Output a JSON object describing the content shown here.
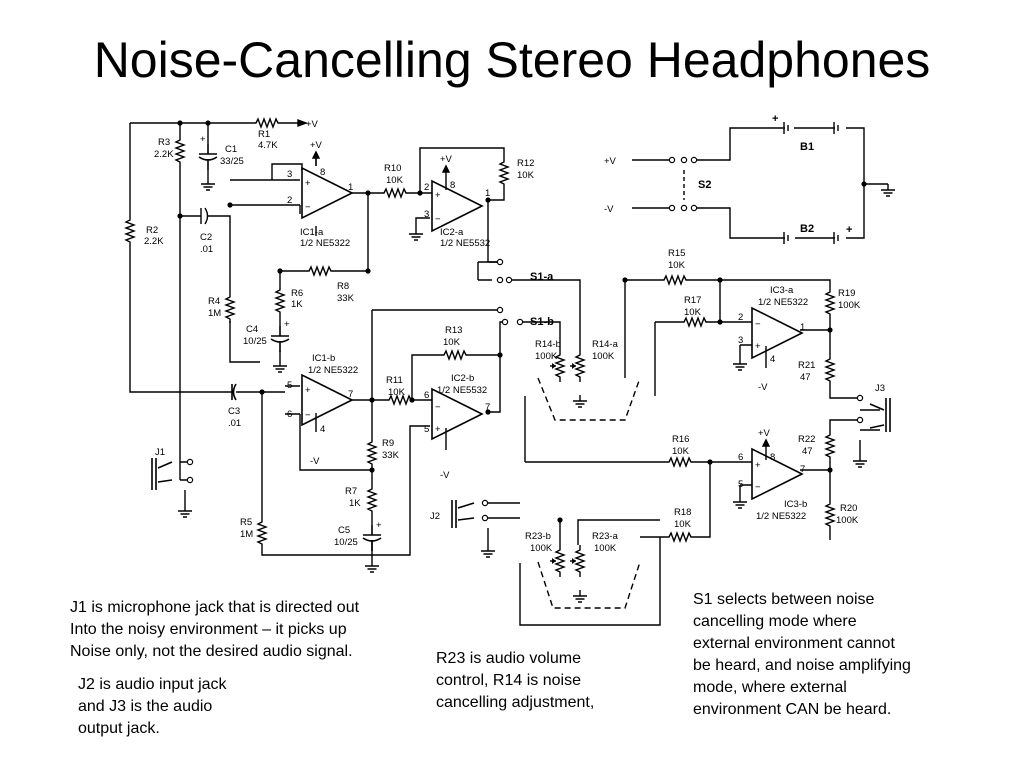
{
  "title": "Noise-Cancelling Stereo Headphones",
  "schematic": {
    "components": {
      "R1": {
        "name": "R1",
        "value": "4.7K"
      },
      "R2": {
        "name": "R2",
        "value": "2.2K"
      },
      "R3": {
        "name": "R3",
        "value": "2.2K"
      },
      "R4": {
        "name": "R4",
        "value": "1M"
      },
      "R5": {
        "name": "R5",
        "value": "1M"
      },
      "R6": {
        "name": "R6",
        "value": "1K"
      },
      "R7": {
        "name": "R7",
        "value": "1K"
      },
      "R8": {
        "name": "R8",
        "value": "33K"
      },
      "R9": {
        "name": "R9",
        "value": "33K"
      },
      "R10": {
        "name": "R10",
        "value": "10K"
      },
      "R11": {
        "name": "R11",
        "value": "10K"
      },
      "R12": {
        "name": "R12",
        "value": "10K"
      },
      "R13": {
        "name": "R13",
        "value": "10K"
      },
      "R14a": {
        "name": "R14-a",
        "value": "100K"
      },
      "R14b": {
        "name": "R14-b",
        "value": "100K"
      },
      "R15": {
        "name": "R15",
        "value": "10K"
      },
      "R16": {
        "name": "R16",
        "value": "10K"
      },
      "R17": {
        "name": "R17",
        "value": "10K"
      },
      "R18": {
        "name": "R18",
        "value": "10K"
      },
      "R19": {
        "name": "R19",
        "value": "100K"
      },
      "R20": {
        "name": "R20",
        "value": "100K"
      },
      "R21": {
        "name": "R21",
        "value": "47"
      },
      "R22": {
        "name": "R22",
        "value": "47"
      },
      "R23a": {
        "name": "R23-a",
        "value": "100K"
      },
      "R23b": {
        "name": "R23-b",
        "value": "100K"
      },
      "C1": {
        "name": "C1",
        "value": "33/25"
      },
      "C2": {
        "name": "C2",
        "value": ".01"
      },
      "C3": {
        "name": "C3",
        "value": ".01"
      },
      "C4": {
        "name": "C4",
        "value": "10/25"
      },
      "C5": {
        "name": "C5",
        "value": "10/25"
      },
      "IC1a": {
        "name": "IC1-a",
        "part": "1/2 NE5322"
      },
      "IC1b": {
        "name": "IC1-b",
        "part": "1/2 NE5322"
      },
      "IC2a": {
        "name": "IC2-a",
        "part": "1/2 NE5532"
      },
      "IC2b": {
        "name": "IC2-b",
        "part": "1/2 NE5532"
      },
      "IC3a": {
        "name": "IC3-a",
        "part": "1/2 NE5322"
      },
      "IC3b": {
        "name": "IC3-b",
        "part": "1/2 NE5322"
      },
      "J1": {
        "name": "J1"
      },
      "J2": {
        "name": "J2"
      },
      "J3": {
        "name": "J3"
      },
      "S1a": {
        "name": "S1-a"
      },
      "S1b": {
        "name": "S1-b"
      },
      "S2": {
        "name": "S2"
      },
      "B1": {
        "name": "B1"
      },
      "B2": {
        "name": "B2"
      }
    },
    "rails": {
      "pos": "+V",
      "neg": "-V"
    },
    "pins": {
      "p1": "1",
      "p2": "2",
      "p3": "3",
      "p4": "4",
      "p5": "5",
      "p6": "6",
      "p7": "7",
      "p8": "8"
    },
    "signs": {
      "plus": "+",
      "minus": "−"
    }
  },
  "notes": {
    "j1": "J1 is microphone jack that is directed out\nInto the noisy environment – it picks up\nNoise only, not the desired audio signal.",
    "j2_j3": "J2 is audio input jack\nand J3 is the audio\noutput jack.",
    "r23_r14": "R23 is audio volume\ncontrol, R14 is noise\ncancelling adjustment,",
    "s1": "S1 selects between noise\ncancelling mode where\nexternal environment cannot\nbe heard, and noise amplifying\nmode, where external\nenvironment CAN be heard."
  }
}
